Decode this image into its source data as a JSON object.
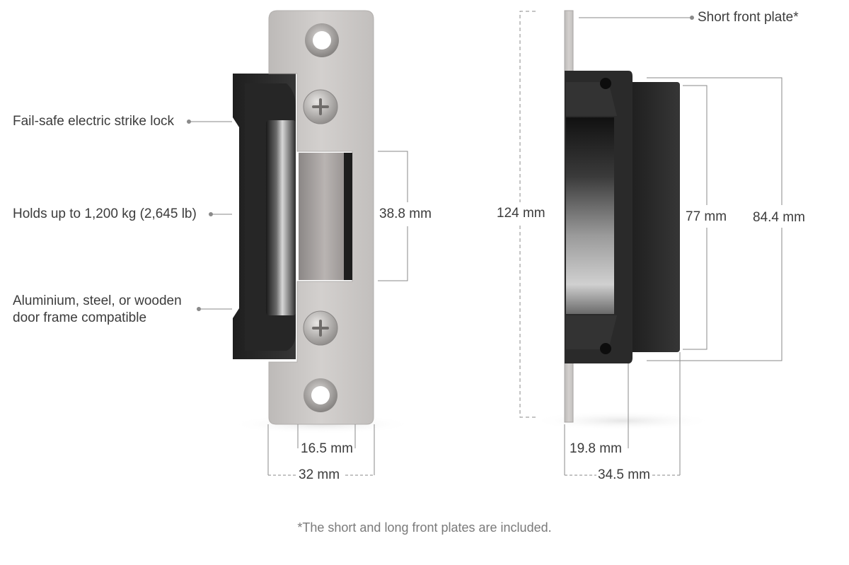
{
  "front_view": {
    "callouts": {
      "strike_lock": "Fail-safe electric strike lock",
      "holding_force": "Holds up to 1,200 kg (2,645 lb)",
      "frame_line1": "Aluminium, steel, or wooden",
      "frame_line2": "door frame compatible"
    },
    "dimensions": {
      "opening_height": "38.8 mm",
      "plate_inner_width": "16.5 mm",
      "plate_width": "32 mm"
    }
  },
  "side_view": {
    "callouts": {
      "front_plate": "Short front plate*"
    },
    "dimensions": {
      "plate_height": "124 mm",
      "body_height_inner": "77 mm",
      "body_height_outer": "84.4 mm",
      "depth_inner": "19.8 mm",
      "depth_total": "34.5 mm"
    }
  },
  "footnote": "*The short and long front plates are included.",
  "colors": {
    "plate": "#c9c6c4",
    "body": "#2c2c2c",
    "line": "#8a8a8a"
  }
}
